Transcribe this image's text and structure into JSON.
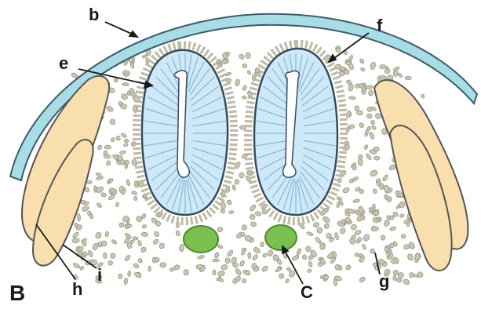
{
  "labels": {
    "b": "b",
    "e": "e",
    "f": "f",
    "c": "C",
    "g": "g",
    "h": "h",
    "i": "i",
    "panel": "B"
  },
  "colors": {
    "ectoderm": "#a8dde6",
    "epithelium": "#cde8f7",
    "epithelium_stroke": "#3a4a5c",
    "mesenchyme": "#c9c7b4",
    "mesenchyme_stroke": "#8f8c78",
    "muscle": "#f9dfae",
    "muscle_stroke": "#555555",
    "nerve": "#7bbf4f",
    "nerve_stroke": "#4f8a2c",
    "leader": "#1a1a1a"
  }
}
